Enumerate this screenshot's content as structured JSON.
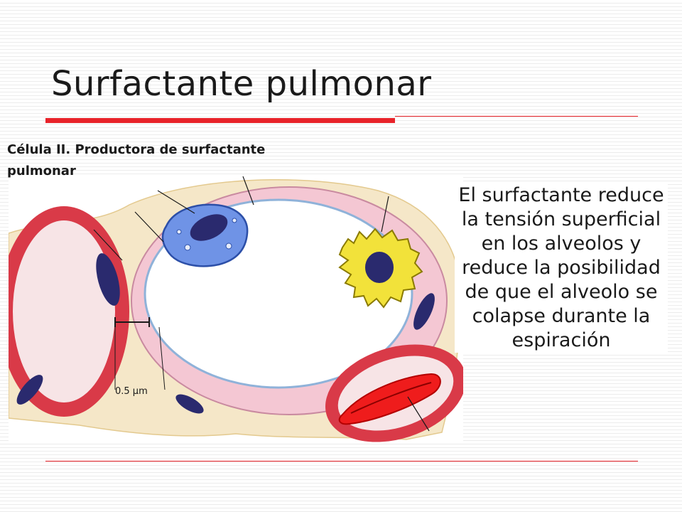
{
  "slide": {
    "title": "Surfactante pulmonar",
    "caption": "Célula II. Productora de surfactante pulmonar",
    "body_text": "El surfactante reduce la tensión superficial en los alveolos y reduce la posibilidad de que el alveolo se colapse durante la espiración"
  },
  "figure": {
    "scale_label": "0.5 μm",
    "colors": {
      "type2_cell": "#6f93e6",
      "macrophage": "#f2e23a",
      "capillary_wall": "#d93a48",
      "red_blood_cell": "#ef1c1c",
      "alveolar_wall": "#f4c7d3",
      "interstitium": "#f5e7c8",
      "nucleus": "#2a2a6e",
      "accent_rule": "#e8232a"
    }
  }
}
